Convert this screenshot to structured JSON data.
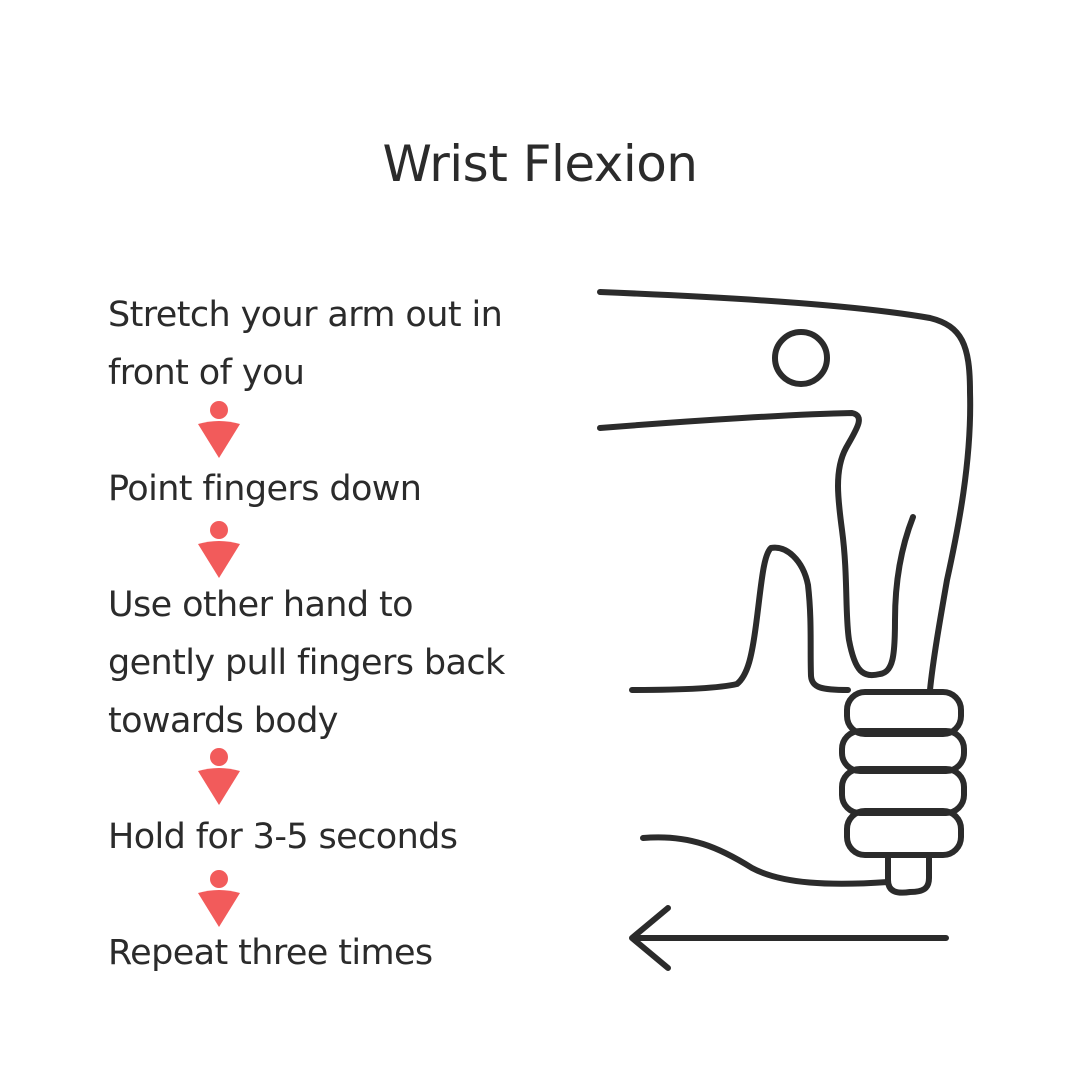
{
  "title": "Wrist Flexion",
  "steps": [
    {
      "lines": [
        "Stretch your arm out in",
        "front of you"
      ]
    },
    {
      "lines": [
        "Point fingers down"
      ]
    },
    {
      "lines": [
        "Use other hand to",
        "gently pull fingers back",
        "towards body"
      ]
    },
    {
      "lines": [
        "Hold for 3-5 seconds"
      ]
    },
    {
      "lines": [
        "Repeat three times"
      ]
    }
  ],
  "icons": {
    "step_arrow": "person-down-arrow-icon",
    "illustration": "wrist-flexion-hand-illustration",
    "direction": "left-arrow-icon"
  },
  "colors": {
    "text": "#2b2b2b",
    "accent": "#f25b5b",
    "line": "#2b2b2b",
    "background": "#ffffff"
  }
}
